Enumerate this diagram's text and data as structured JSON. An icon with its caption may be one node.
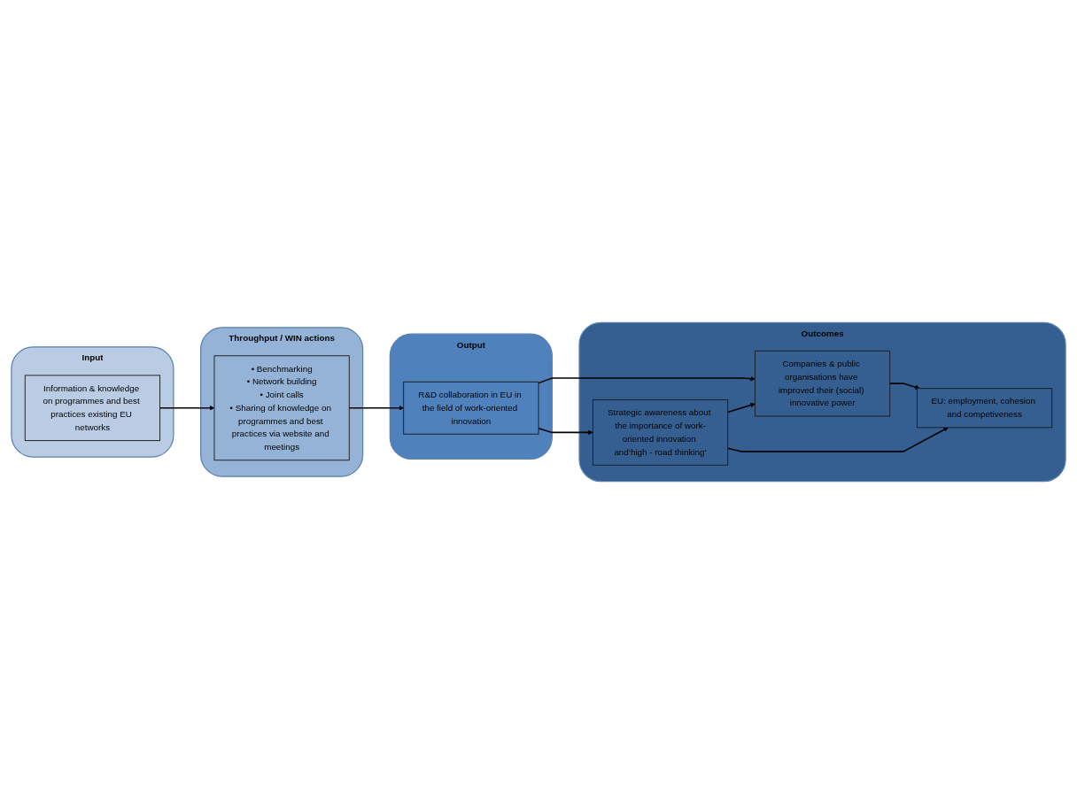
{
  "diagram": {
    "nodes": [
      {
        "text": [
          "Input"
        ]
      },
      {
        "text": [
          "Throughput / WIN actions"
        ]
      },
      {
        "text": [
          "Output"
        ]
      },
      {
        "text": [
          "Outcomes"
        ]
      },
      {
        "text": [
          "Information & knowledge on programmes and best practices existing EU networks"
        ],
        "in": 0
      },
      {
        "text": [
          "• Benchmarking",
          "• Network building",
          "• Joint calls",
          "• Sharing of knowledge on programmes and best practices via website and meetings"
        ],
        "in": 1
      },
      {
        "text": [
          "R&D collaboration in EU in the field of work-oriented innovation"
        ],
        "in": 2
      },
      {
        "text": [
          "Companies & public organisations have improved their (social) innovative power"
        ],
        "in": 3
      },
      {
        "text": [
          "EU: employment, cohesion and competiveness"
        ],
        "in": 3
      },
      {
        "text": [
          "Strategic awareness about the importance of work-oriented innovation and‘high - road thinking’"
        ],
        "in": 3
      }
    ],
    "edges": [
      {
        "from": 4,
        "to": 5,
        "arrow": "to"
      },
      {
        "from": 5,
        "to": 6,
        "arrow": "to"
      },
      {
        "from": 6,
        "to": 7,
        "arrow": "to"
      },
      {
        "from": 6,
        "to": 9,
        "arrow": "to"
      },
      {
        "from": 9,
        "to": 7,
        "arrow": "to"
      },
      {
        "from": 7,
        "to": 8,
        "arrow": "to"
      },
      {
        "from": 9,
        "to": 8,
        "arrow": "to"
      }
    ]
  }
}
